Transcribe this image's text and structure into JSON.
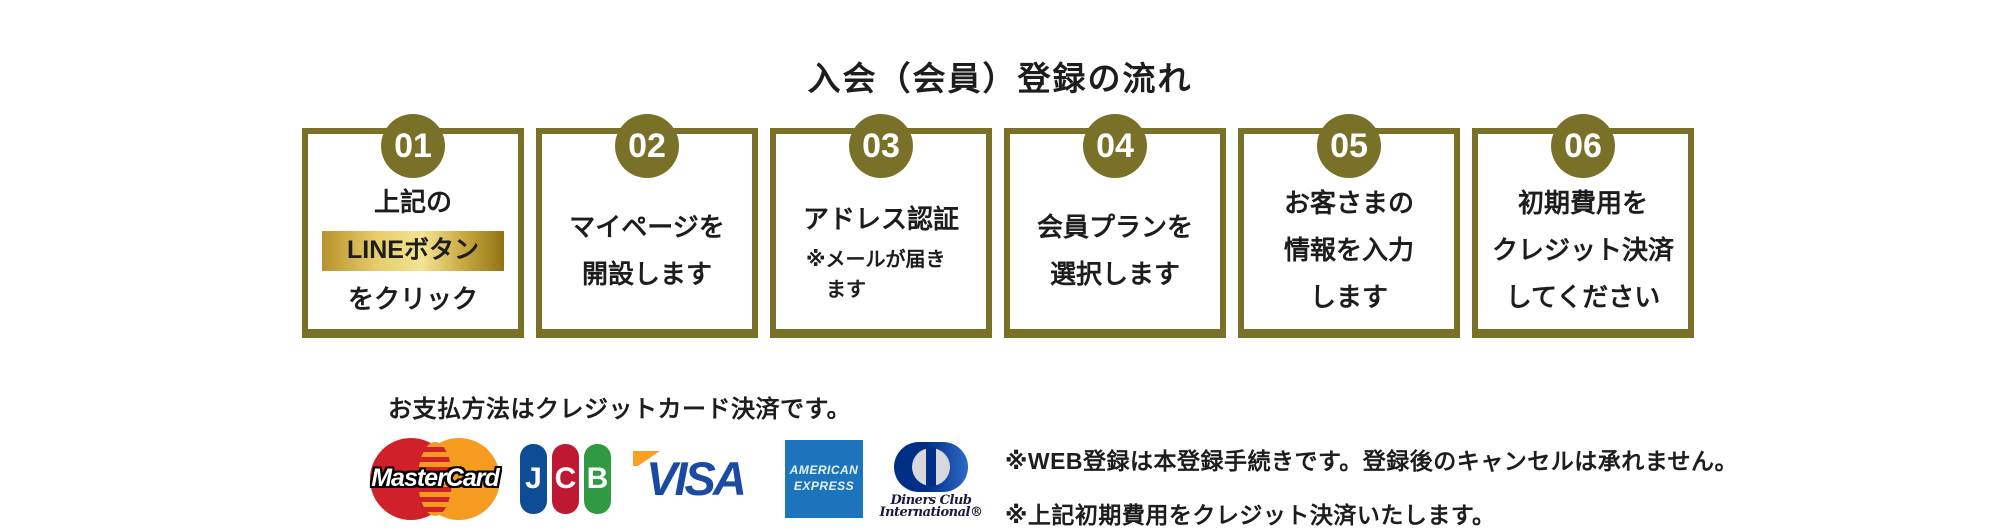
{
  "title": "入会（会員）登録の流れ",
  "steps": [
    {
      "number": "01",
      "line1": "上記の",
      "highlight": "LINEボタン",
      "line2": "をクリック"
    },
    {
      "number": "02",
      "line1": "マイページを",
      "line2": "開設します"
    },
    {
      "number": "03",
      "line1": "アドレス認証",
      "note": "※メールが届きます"
    },
    {
      "number": "04",
      "line1": "会員プランを",
      "line2": "選択します"
    },
    {
      "number": "05",
      "line1": "お客さまの",
      "line2": "情報を入力",
      "line3": "します"
    },
    {
      "number": "06",
      "line1": "初期費用を",
      "line2": "クレジット決済",
      "line3": "してください"
    }
  ],
  "payment": {
    "heading": "お支払方法はクレジットカード決済です。",
    "cards": {
      "mastercard": {
        "label": "MasterCard"
      },
      "jcb": {
        "letters": [
          "J",
          "C",
          "B"
        ]
      },
      "visa": {
        "label": "VISA"
      },
      "amex": {
        "line1": "AMERICAN",
        "line2": "EXPRESS"
      },
      "diners": {
        "line1": "Diners Club",
        "line2": "International®"
      }
    },
    "notes": [
      "※WEB登録は本登録手続きです。登録後のキャンセルは承れません。",
      "※上記初期費用をクレジット決済いたします。"
    ]
  },
  "colors": {
    "olive": "#7a7128",
    "text": "#1d1d1d",
    "gold_left": "#b8922e",
    "gold_mid": "#f3e394",
    "gold_right": "#8f7315",
    "mc_red": "#d0202a",
    "mc_orange": "#f49b20",
    "jcb_blue": "#0e4c96",
    "jcb_red": "#bf1833",
    "jcb_green": "#2f9a41",
    "visa_blue": "#1b4ba0",
    "visa_gold": "#f7a021",
    "amex_blue": "#1c75bc",
    "diners_navy": "#012f86",
    "diners_blue": "#2e6bc8",
    "diners_text": "#1c1b3a"
  }
}
